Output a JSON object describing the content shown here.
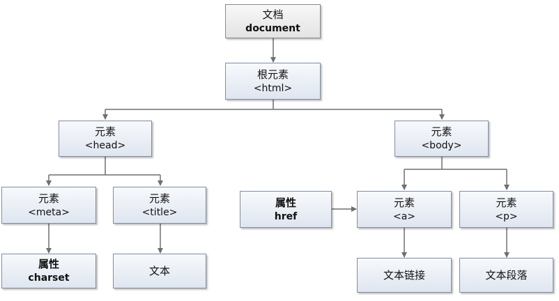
{
  "nodes": {
    "document": {
      "line1": "文档",
      "line2": "document"
    },
    "html": {
      "line1": "根元素",
      "line2": "<html>"
    },
    "head": {
      "line1": "元素",
      "line2": "<head>"
    },
    "body": {
      "line1": "元素",
      "line2": "<body>"
    },
    "meta": {
      "line1": "元素",
      "line2": "<meta>"
    },
    "title": {
      "line1": "元素",
      "line2": "<title>"
    },
    "href": {
      "line1": "属性",
      "line2": "href"
    },
    "a": {
      "line1": "元素",
      "line2": "<a>"
    },
    "p": {
      "line1": "元素",
      "line2": "<p>"
    },
    "charset": {
      "line1": "属性",
      "line2": "charset"
    },
    "text": {
      "label": "文本"
    },
    "text_link": {
      "label": "文本链接"
    },
    "text_paragraph": {
      "label": "文本段落"
    }
  },
  "colors": {
    "connector": "#6f6f6f",
    "box_border": "#7f8ea0",
    "root_border": "#8a8a8a"
  }
}
